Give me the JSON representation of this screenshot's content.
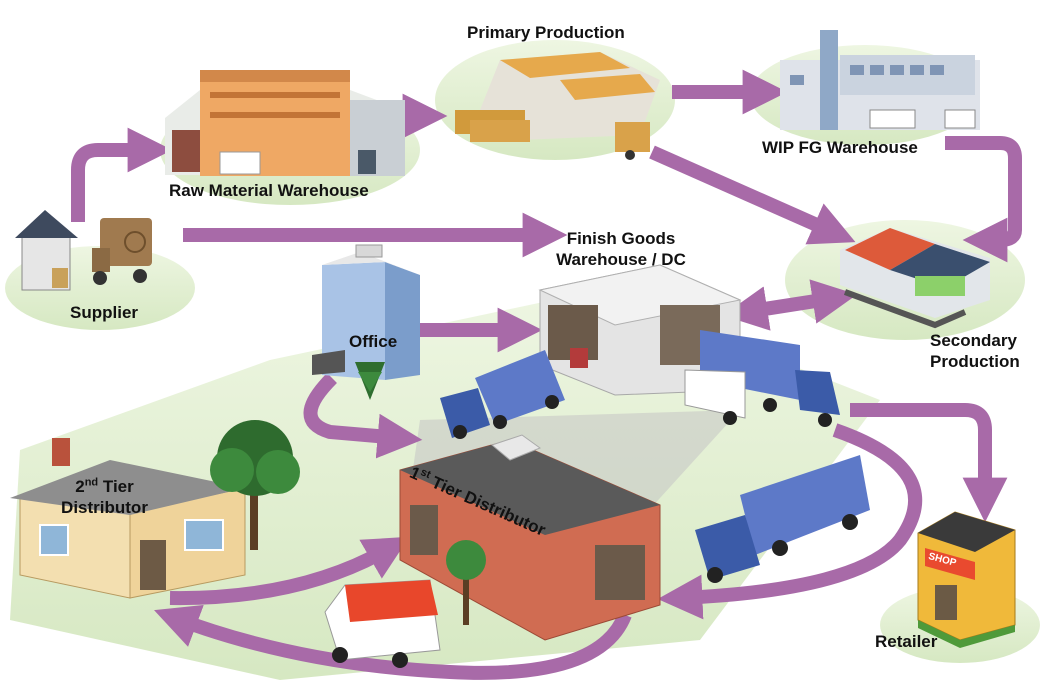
{
  "nodes": {
    "supplier": {
      "label": "Supplier"
    },
    "raw_material_warehouse": {
      "label": "Raw Material Warehouse"
    },
    "primary_production": {
      "label": "Primary Production"
    },
    "wip_fg_warehouse": {
      "label": "WIP FG Warehouse"
    },
    "finish_goods_warehouse": {
      "line1": "Finish Goods",
      "line2": "Warehouse / DC"
    },
    "secondary_production": {
      "line1": "Secondary",
      "line2": "Production"
    },
    "office": {
      "label": "Office"
    },
    "tier1_distributor": {
      "num": "1",
      "sup": "st",
      "rest": " Tier Distributor"
    },
    "tier2_distributor": {
      "num": "2",
      "sup": "nd",
      "rest": " Tier",
      "line2": "Distributor"
    },
    "retailer": {
      "label": "Retailer",
      "sign": "SHOP"
    }
  },
  "colors": {
    "flow_arrow": "#a86aa8",
    "ground": "#dfeccd",
    "truck_cab": "#3b5ba8",
    "truck_box": "#5d79c8",
    "brick": "#c9684a"
  }
}
